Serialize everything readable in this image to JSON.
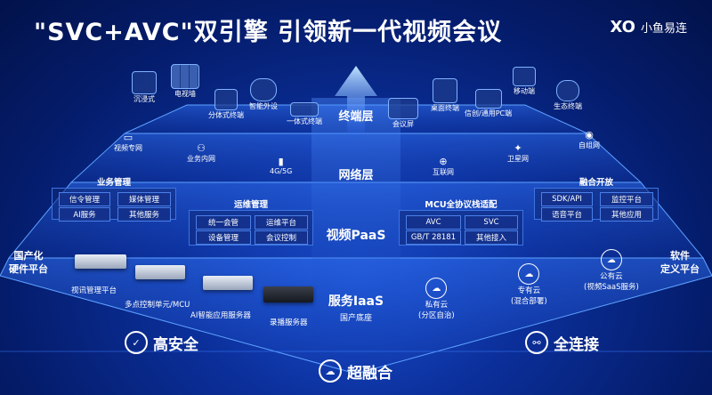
{
  "title": "\"SVC+AVC\"双引擎  引领新一代视频会议",
  "logo": {
    "mark": "XO",
    "name": "小鱼易连"
  },
  "layers": {
    "terminal": "终端层",
    "network": "网络层",
    "paas": "视频PaaS",
    "iaas": "服务IaaS",
    "iaas_sub": "国产底座",
    "bottom": "超融合"
  },
  "terminals": [
    {
      "label": "沉浸式",
      "icon": "immersive-room-icon"
    },
    {
      "label": "电视墙",
      "icon": "tv-wall-icon"
    },
    {
      "label": "分体式终端",
      "icon": "split-terminal-icon"
    },
    {
      "label": "智能外设",
      "icon": "smart-peripheral-icon"
    },
    {
      "label": "一体式终端",
      "icon": "all-in-one-terminal-icon"
    },
    {
      "label": "会议屏",
      "icon": "meeting-screen-icon"
    },
    {
      "label": "桌面终端",
      "icon": "desktop-terminal-icon"
    },
    {
      "label": "信创/通用PC端",
      "icon": "pc-client-icon"
    },
    {
      "label": "移动端",
      "icon": "mobile-icon"
    },
    {
      "label": "生态终端",
      "icon": "ecosystem-terminal-icon"
    }
  ],
  "networks": [
    {
      "label": "视频专网",
      "icon": "monitor-icon",
      "glyph": "▭"
    },
    {
      "label": "业务内网",
      "icon": "network-tree-icon",
      "glyph": "⚇"
    },
    {
      "label": "4G/5G",
      "icon": "signal-icon",
      "glyph": "▮"
    },
    {
      "label": "互联网",
      "icon": "globe-icon",
      "glyph": "⊕"
    },
    {
      "label": "卫星网",
      "icon": "satellite-icon",
      "glyph": "✦"
    },
    {
      "label": "自组网",
      "icon": "adhoc-network-icon",
      "glyph": "◉"
    }
  ],
  "panels": {
    "business": {
      "title": "业务管理",
      "items": [
        "信令管理",
        "媒体管理",
        "AI服务",
        "其他服务"
      ]
    },
    "ops": {
      "title": "运维管理",
      "items": [
        "统一会管",
        "运维平台",
        "设备管理",
        "会议控制"
      ]
    },
    "mcu": {
      "title": "MCU全协议栈适配",
      "items": [
        "AVC",
        "SVC",
        "GB/T 28181",
        "其他接入"
      ]
    },
    "open": {
      "title": "融合开放",
      "items": [
        "SDK/API",
        "监控平台",
        "语音平台",
        "其他应用"
      ]
    }
  },
  "sides": {
    "left": "国产化\n硬件平台",
    "right": "软件\n定义平台"
  },
  "servers": [
    "视讯管理平台",
    "多点控制单元/MCU",
    "AI智能应用服务器",
    "录播服务器"
  ],
  "clouds": [
    {
      "label": "私有云\n(分区自治)"
    },
    {
      "label": "专有云\n(混合部署)"
    },
    {
      "label": "公有云\n(视频SaaS服务)"
    }
  ],
  "footer": {
    "left": "高安全",
    "right": "全连接"
  },
  "colors": {
    "background": "#0b2f9a",
    "accent": "#6fb7ff",
    "panel_border": "#3d74e0"
  }
}
